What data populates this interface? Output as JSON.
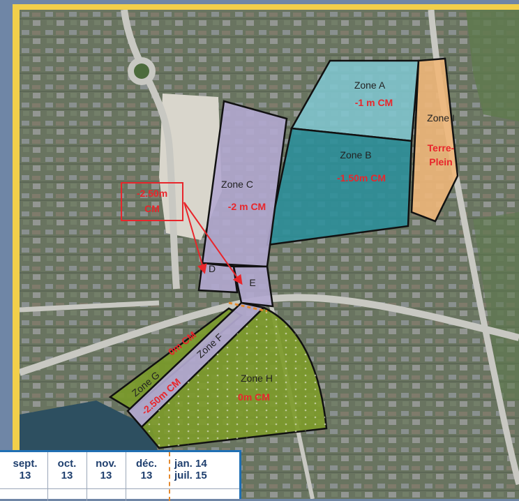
{
  "zones": {
    "a": {
      "name": "Zone A",
      "depth": "-1 m CM"
    },
    "b": {
      "name": "Zone B",
      "depth": "-1.50m CM"
    },
    "c": {
      "name": "Zone C",
      "depth": "-2 m CM"
    },
    "d": {
      "name": "D"
    },
    "e": {
      "name": "E"
    },
    "f": {
      "name": "Zone F",
      "depth": "-2.50m CM"
    },
    "g": {
      "name": "Zone G",
      "depth": "0m CM"
    },
    "h": {
      "name": "Zone H",
      "depth": "0m CM"
    },
    "i": {
      "name": "Zone I",
      "depth_line1": "Terre-",
      "depth_line2": "Plein"
    }
  },
  "callout": {
    "line1": "-2.50m",
    "line2": "CM"
  },
  "timeline": {
    "col1": {
      "top": "sept.",
      "bottom": "13"
    },
    "col2": {
      "top": "oct.",
      "bottom": "13"
    },
    "col3": {
      "top": "nov.",
      "bottom": "13"
    },
    "col4": {
      "top": "déc.",
      "bottom": "13"
    },
    "col5": {
      "top": "jan. 14",
      "bottom": "juil. 15"
    }
  },
  "colors": {
    "frame": "#f2cf4a",
    "depth_text": "#e8262b",
    "timeline_border": "#1f6fb3",
    "zone_a": "#7fc6cf",
    "zone_b": "#2a8f9b",
    "zone_c": "#b3a9d0",
    "zone_f": "#b3a9d0",
    "zone_g": "#7a9a2a",
    "zone_h": "#7d9a2b",
    "zone_i": "#f0b77a"
  }
}
